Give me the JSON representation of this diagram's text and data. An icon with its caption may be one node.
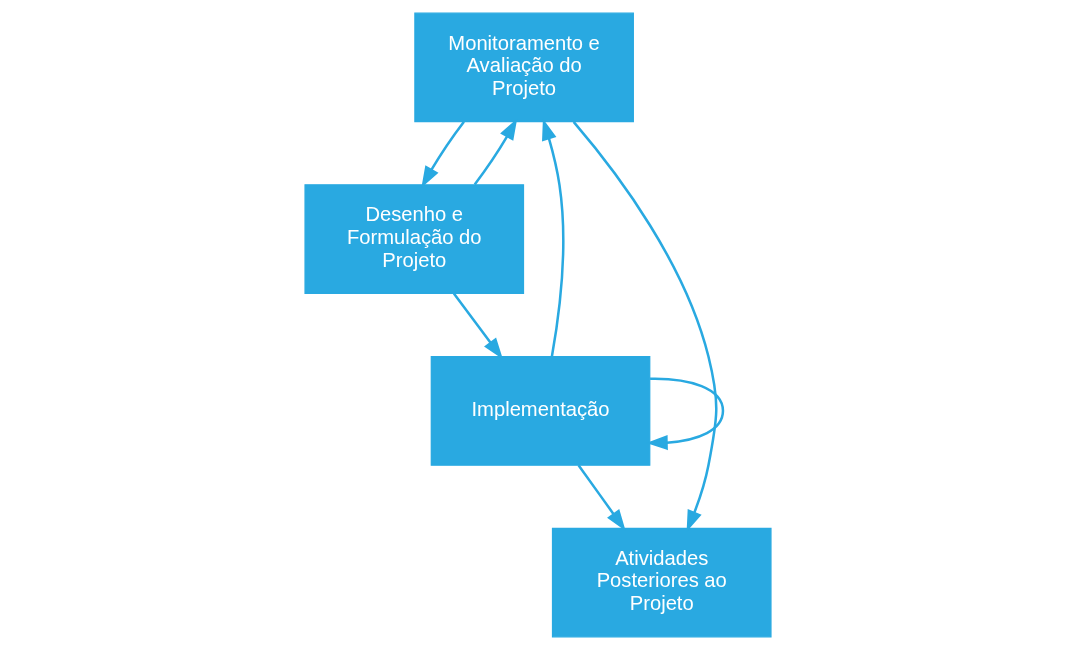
{
  "diagram": {
    "nodes": [
      {
        "text": [
          "Atividades Posteriores ao Projeto"
        ]
      },
      {
        "text": [
          "Desenho e Formulação do Projeto"
        ]
      },
      {
        "text": [
          "Monitoramento e Avaliação do Projeto"
        ]
      },
      {
        "text": [
          "Implementação"
        ]
      }
    ],
    "edges": [
      {
        "from": 2,
        "to": 0,
        "arrow": "to"
      },
      {
        "from": 2,
        "to": 1,
        "arrow": "to"
      },
      {
        "from": 1,
        "to": 2,
        "arrow": "to"
      },
      {
        "from": 1,
        "to": 3,
        "arrow": "to"
      },
      {
        "from": 3,
        "to": 3,
        "arrow": "to"
      },
      {
        "from": 3,
        "to": 2,
        "arrow": "to"
      },
      {
        "from": 3,
        "to": 0,
        "arrow": "to"
      }
    ]
  }
}
